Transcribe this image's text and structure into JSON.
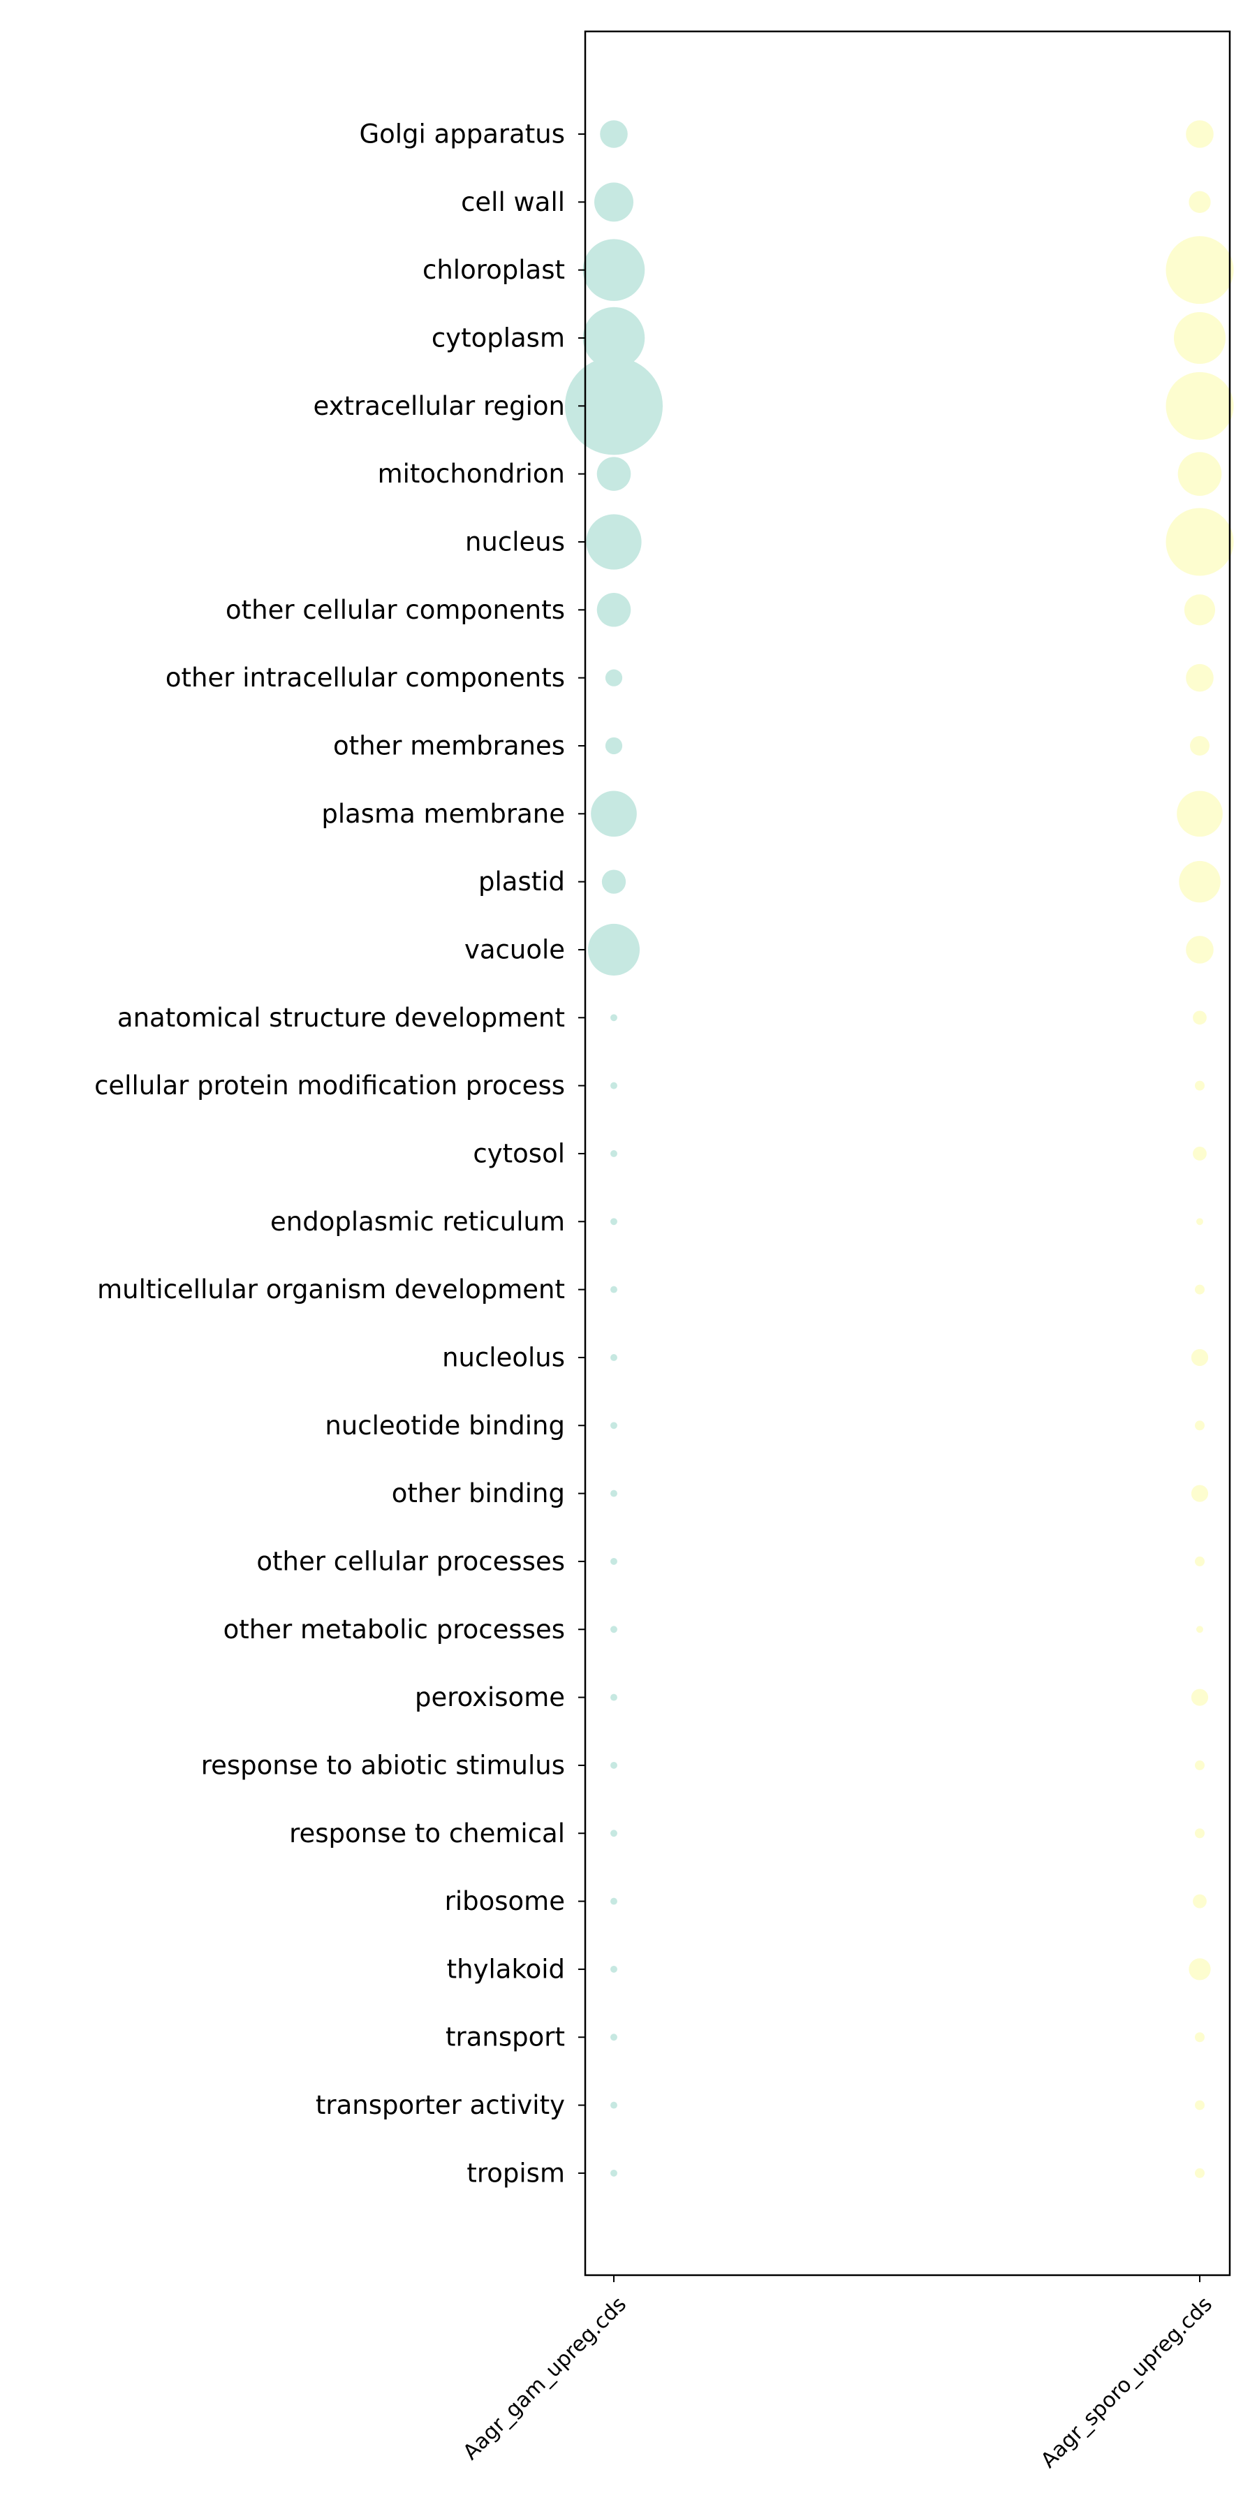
{
  "chart_data": {
    "type": "scatter",
    "title": "",
    "xlabel": "",
    "ylabel": "",
    "grid": false,
    "legend": "none",
    "categories": [
      "Golgi apparatus",
      "cell wall",
      "chloroplast",
      "cytoplasm",
      "extracellular region",
      "mitochondrion",
      "nucleus",
      "other cellular components",
      "other intracellular components",
      "other membranes",
      "plasma membrane",
      "plastid",
      "vacuole",
      "anatomical structure development",
      "cellular protein modification process",
      "cytosol",
      "endoplasmic reticulum",
      "multicellular organism development",
      "nucleolus",
      "nucleotide binding",
      "other binding",
      "other cellular processes",
      "other metabolic processes",
      "peroxisome",
      "response to abiotic stimulus",
      "response to chemical",
      "ribosome",
      "thylakoid",
      "transport",
      "transporter activity",
      "tropism"
    ],
    "x_categories": [
      "Aagr_gam_upreg.cds",
      "Aagr_sporo_upreg.cds"
    ],
    "series": [
      {
        "color": "#c6e8e1",
        "values": [
          8,
          16,
          40,
          40,
          100,
          12,
          32,
          12,
          3,
          3,
          22,
          6,
          28,
          0.5,
          0.5,
          0.5,
          0.5,
          0.5,
          0.5,
          0.5,
          0.5,
          0.5,
          0.5,
          0.5,
          0.5,
          0.5,
          0.5,
          0.5,
          0.5,
          0.5,
          0.5
        ]
      },
      {
        "color": "#fdfdcf",
        "values": [
          8,
          5,
          48,
          28,
          48,
          20,
          48,
          10,
          8,
          4,
          22,
          18,
          8,
          2,
          1,
          2,
          0.5,
          1,
          3,
          1,
          3,
          1,
          0.5,
          3,
          1,
          1,
          2,
          5,
          1,
          1,
          1
        ]
      }
    ]
  }
}
